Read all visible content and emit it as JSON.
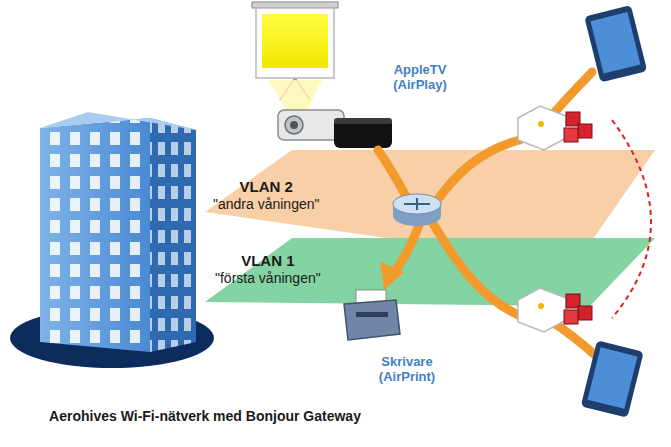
{
  "diagram": {
    "caption": "Aerohives Wi-Fi-nätverk med Bonjour Gateway",
    "nodes": [
      {
        "text": [
          "VLAN 2",
          "\"andra våningen\""
        ]
      },
      {
        "text": [
          "VLAN 1",
          "\"första våningen\""
        ]
      }
    ],
    "labels": [
      "AppleTV (AirPlay)",
      "Skrivare (AirPrint)"
    ]
  }
}
